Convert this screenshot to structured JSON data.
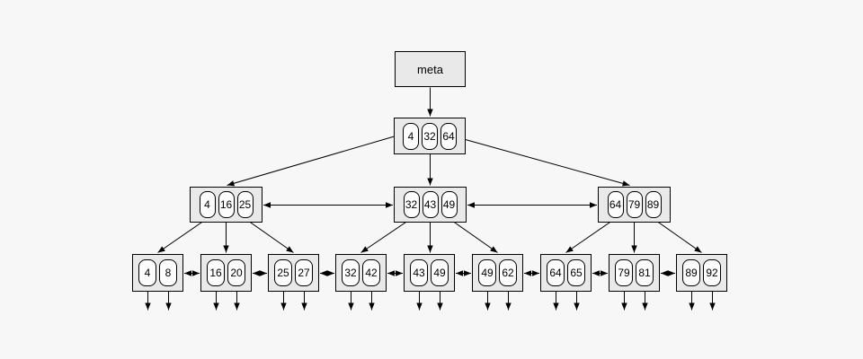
{
  "diagram": {
    "type": "b-plus-tree",
    "meta_label": "meta",
    "root": {
      "keys": [
        "4",
        "32",
        "64"
      ]
    },
    "internal_nodes": [
      {
        "keys": [
          "4",
          "16",
          "25"
        ]
      },
      {
        "keys": [
          "32",
          "43",
          "49"
        ]
      },
      {
        "keys": [
          "64",
          "79",
          "89"
        ]
      }
    ],
    "leaf_nodes": [
      {
        "keys": [
          "4",
          "8"
        ]
      },
      {
        "keys": [
          "16",
          "20"
        ]
      },
      {
        "keys": [
          "25",
          "27"
        ]
      },
      {
        "keys": [
          "32",
          "42"
        ]
      },
      {
        "keys": [
          "43",
          "49"
        ]
      },
      {
        "keys": [
          "49",
          "62"
        ]
      },
      {
        "keys": [
          "64",
          "65"
        ]
      },
      {
        "keys": [
          "79",
          "81"
        ]
      },
      {
        "keys": [
          "89",
          "92"
        ]
      }
    ],
    "edges": {
      "meta_to_root": true,
      "root_children": [
        0,
        1,
        2
      ],
      "internal_children": [
        [
          0,
          1,
          2
        ],
        [
          3,
          4,
          5
        ],
        [
          6,
          7,
          8
        ]
      ],
      "sibling_links_internal": [
        [
          0,
          1
        ],
        [
          1,
          2
        ]
      ],
      "sibling_links_leaf": [
        [
          0,
          1
        ],
        [
          1,
          2
        ],
        [
          2,
          3
        ],
        [
          3,
          4
        ],
        [
          4,
          5
        ],
        [
          5,
          6
        ],
        [
          6,
          7
        ],
        [
          7,
          8
        ]
      ],
      "record_pointers_per_leaf": 2
    },
    "colors": {
      "background": "#f7f7f7",
      "node_fill": "#e9e9e9",
      "key_fill": "#fcfcfc",
      "stroke": "#000000",
      "text": "#000000"
    }
  }
}
